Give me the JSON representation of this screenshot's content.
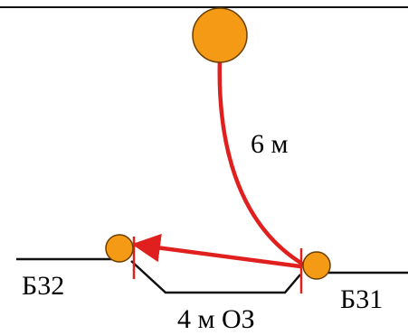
{
  "diagram": {
    "labels": {
      "upper_distance": "6 м",
      "lower_distance": "4 м ОЗ",
      "left_node": "Б32",
      "right_node": "Б31"
    },
    "colors": {
      "node_fill": "#f59a14",
      "node_stroke": "#6b3e00",
      "path_red": "#e0201e",
      "line_black": "#111111",
      "background": "#ffffff"
    }
  }
}
